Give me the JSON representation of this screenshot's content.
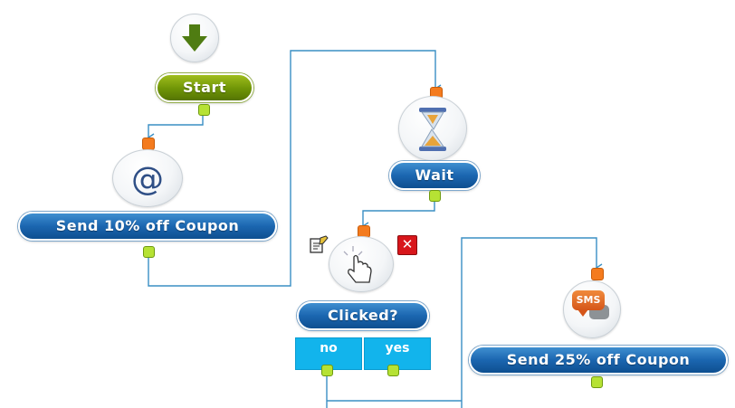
{
  "nodes": {
    "start": {
      "label": "Start",
      "icon": "down-arrow-icon"
    },
    "send_10": {
      "label": "Send 10% off Coupon",
      "icon": "email-at-icon"
    },
    "wait": {
      "label": "Wait",
      "icon": "hourglass-icon"
    },
    "clicked": {
      "label": "Clicked?",
      "icon": "hand-cursor-icon",
      "branches": {
        "no": "no",
        "yes": "yes"
      }
    },
    "send_25": {
      "label": "Send 25% off Coupon",
      "icon": "sms-icon",
      "icon_text": "SMS"
    }
  },
  "colors": {
    "connector": "#3a8fc4",
    "input_port": "#f47b1e",
    "output_port": "#b6e234",
    "node_blue": "#1b66b0",
    "node_green": "#6e9406",
    "branch": "#12b4ec"
  }
}
